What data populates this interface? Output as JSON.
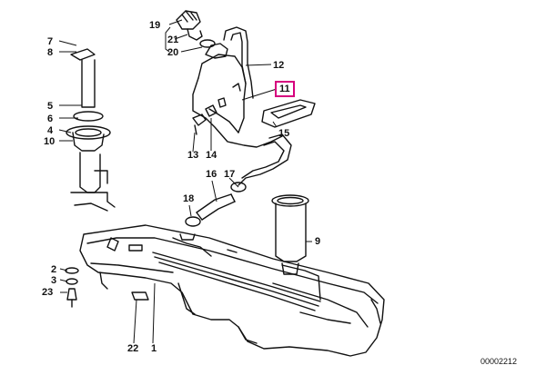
{
  "diagram_title": "",
  "reference_number": "00002212",
  "highlight_color": "#d6007e",
  "highlighted_part": "11",
  "callouts": {
    "n1": "1",
    "n2": "2",
    "n3": "3",
    "n4": "4",
    "n5": "5",
    "n6": "6",
    "n7": "7",
    "n8": "8",
    "n9": "9",
    "n10": "10",
    "n11": "11",
    "n12": "12",
    "n13": "13",
    "n14": "14",
    "n15": "15",
    "n16": "16",
    "n17": "17",
    "n18": "18",
    "n19": "19",
    "n20": "20",
    "n21": "21",
    "n22": "22",
    "n23": "23"
  }
}
